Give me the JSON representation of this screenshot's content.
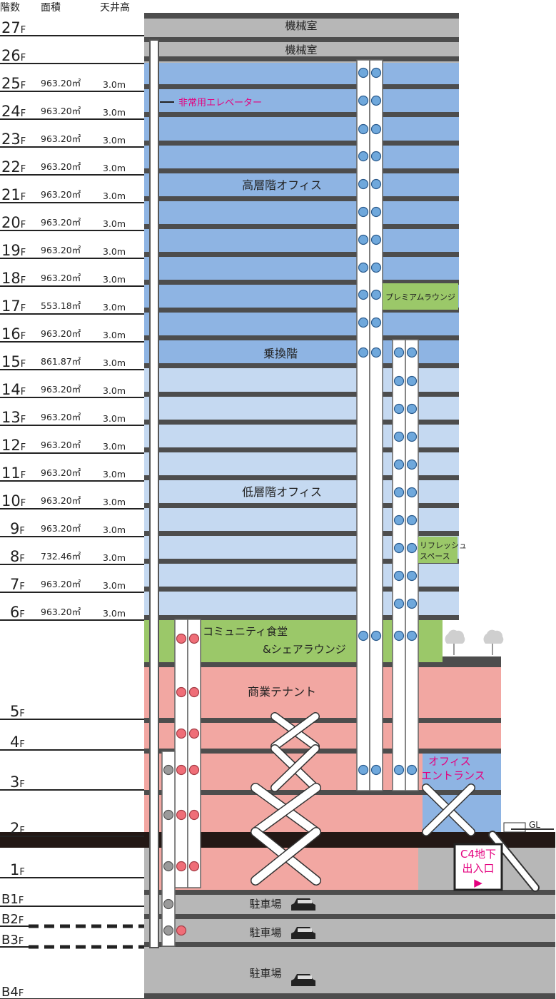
{
  "header": {
    "floor_col": "階数",
    "area_col": "面積",
    "ceiling_col": "天井高"
  },
  "floors": [
    {
      "name": "27",
      "area": "",
      "ceiling": ""
    },
    {
      "name": "26",
      "area": "",
      "ceiling": ""
    },
    {
      "name": "25",
      "area": "963.20㎡",
      "ceiling": "3.0m"
    },
    {
      "name": "24",
      "area": "963.20㎡",
      "ceiling": "3.0m"
    },
    {
      "name": "23",
      "area": "963.20㎡",
      "ceiling": "3.0m"
    },
    {
      "name": "22",
      "area": "963.20㎡",
      "ceiling": "3.0m"
    },
    {
      "name": "21",
      "area": "963.20㎡",
      "ceiling": "3.0m"
    },
    {
      "name": "20",
      "area": "963.20㎡",
      "ceiling": "3.0m"
    },
    {
      "name": "19",
      "area": "963.20㎡",
      "ceiling": "3.0m"
    },
    {
      "name": "18",
      "area": "963.20㎡",
      "ceiling": "3.0m"
    },
    {
      "name": "17",
      "area": "553.18㎡",
      "ceiling": "3.0m"
    },
    {
      "name": "16",
      "area": "963.20㎡",
      "ceiling": "3.0m"
    },
    {
      "name": "15",
      "area": "861.87㎡",
      "ceiling": "3.0m"
    },
    {
      "name": "14",
      "area": "963.20㎡",
      "ceiling": "3.0m"
    },
    {
      "name": "13",
      "area": "963.20㎡",
      "ceiling": "3.0m"
    },
    {
      "name": "12",
      "area": "963.20㎡",
      "ceiling": "3.0m"
    },
    {
      "name": "11",
      "area": "963.20㎡",
      "ceiling": "3.0m"
    },
    {
      "name": "10",
      "area": "963.20㎡",
      "ceiling": "3.0m"
    },
    {
      "name": "9",
      "area": "963.20㎡",
      "ceiling": "3.0m"
    },
    {
      "name": "8",
      "area": "732.46㎡",
      "ceiling": "3.0m"
    },
    {
      "name": "7",
      "area": "963.20㎡",
      "ceiling": "3.0m"
    },
    {
      "name": "6",
      "area": "963.20㎡",
      "ceiling": "3.0m"
    },
    {
      "name": "5",
      "area": "",
      "ceiling": ""
    },
    {
      "name": "4",
      "area": "",
      "ceiling": ""
    },
    {
      "name": "3",
      "area": "",
      "ceiling": ""
    },
    {
      "name": "2",
      "area": "",
      "ceiling": ""
    },
    {
      "name": "1",
      "area": "",
      "ceiling": ""
    },
    {
      "name": "B1",
      "area": "",
      "ceiling": ""
    },
    {
      "name": "B2",
      "area": "",
      "ceiling": ""
    },
    {
      "name": "B3",
      "area": "",
      "ceiling": ""
    },
    {
      "name": "B4",
      "area": "",
      "ceiling": ""
    }
  ],
  "floor_suffix": "F",
  "zones": {
    "machine_room_27": "機械室",
    "machine_room_26": "機械室",
    "emergency_elevator": "非常用エレベーター",
    "high_office": "高層階オフィス",
    "premium_lounge": "プレミアムラウンジ",
    "transfer_floor": "乗換階",
    "low_office": "低層階オフィス",
    "refresh_space": [
      "リフレッシュ",
      "スペース"
    ],
    "community": [
      "コミュニティ食堂",
      "&シェアラウンジ"
    ],
    "retail": "商業テナント",
    "office_entrance": [
      "オフィス",
      "エントランス"
    ],
    "ground_level": "GL",
    "c4_exit": [
      "C4地下",
      "出入口",
      "▶"
    ],
    "parking_b2": "駐車場",
    "parking_b3": "駐車場",
    "parking_b4": "駐車場"
  },
  "colors": {
    "high_office": "#8eb4e3",
    "low_office": "#c5d9f1",
    "community": "#9bc869",
    "retail": "#f2a7a2",
    "machine": "#b7b7b7",
    "slab": "#4d4d4d",
    "ground": "#231815",
    "magenta": "#e4007f",
    "elev_blue": "#6fa8dc",
    "elev_red": "#ef6e78",
    "elev_gray": "#9a9a9a"
  }
}
